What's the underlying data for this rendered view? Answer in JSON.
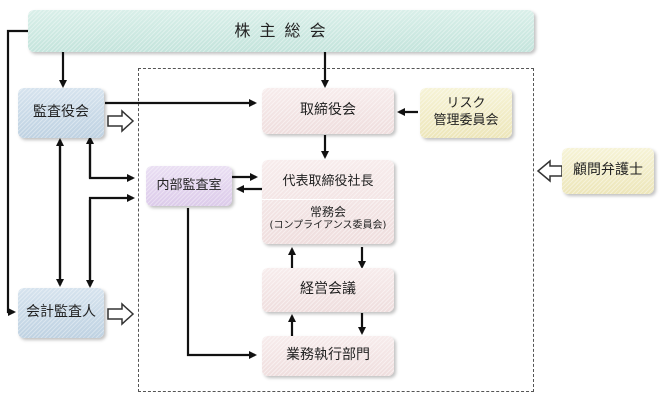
{
  "diagram": {
    "shareholders_meeting": "株 主 総 会",
    "audit_board": "監査役会",
    "board_of_directors": "取締役会",
    "risk_committee": [
      "リスク",
      "管理委員会"
    ],
    "internal_audit_office": "内部監査室",
    "president": "代表取締役社長",
    "executive_committee": "常務会",
    "executive_committee_note": "(コンプライアンス委員会)",
    "management_meeting": "経営会議",
    "business_divisions": "業務執行部門",
    "accounting_auditor": "会計監査人",
    "legal_advisor": "顧問弁護士"
  }
}
